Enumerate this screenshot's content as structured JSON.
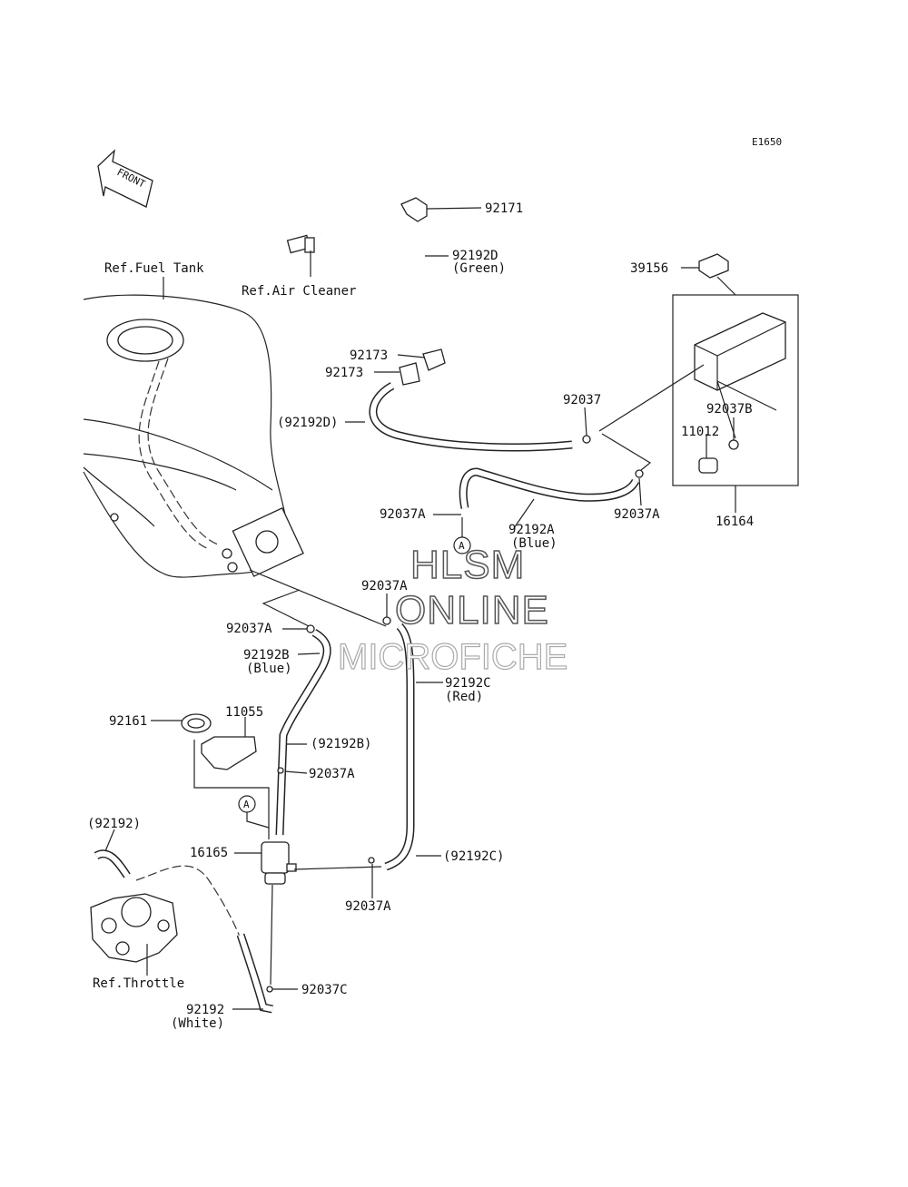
{
  "diagram_code": "E1650",
  "front_arrow_label": "FRONT",
  "watermark": {
    "line1": "HLSM",
    "line2": "ONLINE",
    "line3": "MICROFICHE"
  },
  "labels": {
    "ref_fuel_tank": "Ref.Fuel Tank",
    "ref_air_cleaner": "Ref.Air Cleaner",
    "ref_throttle": "Ref.Throttle",
    "p92171": "92171",
    "p92192D": "92192D",
    "p92192D_color": "(Green)",
    "p92173_a": "92173",
    "p92173_b": "92173",
    "p92192D_ref": "(92192D)",
    "p39156": "39156",
    "p92037": "92037",
    "p92037B": "92037B",
    "p11012": "11012",
    "p16164": "16164",
    "p92037A_1": "92037A",
    "p92037A_2": "92037A",
    "p92192A": "92192A",
    "p92192A_color": "(Blue)",
    "p92037A_3": "92037A",
    "p92037A_4": "92037A",
    "p92192B": "92192B",
    "p92192B_color": "(Blue)",
    "p92192C": "92192C",
    "p92192C_color": "(Red)",
    "p92161": "92161",
    "p11055": "11055",
    "p92192B_ref": "(92192B)",
    "p92037A_5": "92037A",
    "p92192_ref": "(92192)",
    "p16165": "16165",
    "p92192C_ref": "(92192C)",
    "p92037A_6": "92037A",
    "p92037C": "92037C",
    "p92192": "92192",
    "p92192_color": "(White)",
    "circle_a_1": "A",
    "circle_a_2": "A"
  }
}
